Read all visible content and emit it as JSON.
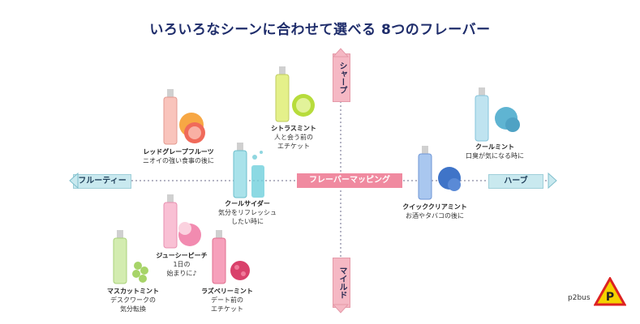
{
  "title": "いろいろなシーンに合わせて選べる 8つのフレーバー",
  "axes": {
    "center": "フレーバーマッピング",
    "top": "シャープ",
    "bottom": "マイルド",
    "left": "フルーティー",
    "right": "ハーブ"
  },
  "products": [
    {
      "name": "シトラスミント",
      "desc1": "人と会う前の",
      "desc2": "エチケット",
      "color": "#d8e86a"
    },
    {
      "name": "レッドグレープフルーツ",
      "desc1": "ニオイの強い食事の後に",
      "desc2": "",
      "color": "#f4a7a0"
    },
    {
      "name": "クールサイダー",
      "desc1": "気分をリフレッシュ",
      "desc2": "したい時に",
      "color": "#8fd6e0"
    },
    {
      "name": "ジューシーピーチ",
      "desc1": "1日の",
      "desc2": "始まりに♪",
      "color": "#f6a7c2"
    },
    {
      "name": "マスカットミント",
      "desc1": "デスクワークの",
      "desc2": "気分転換",
      "color": "#b9e08a"
    },
    {
      "name": "ラズベリーミント",
      "desc1": "デート前の",
      "desc2": "エチケット",
      "color": "#ef7fa1"
    },
    {
      "name": "クールミント",
      "desc1": "口臭が気になる時に",
      "desc2": "",
      "color": "#8ccbe6"
    },
    {
      "name": "クイッククリアミント",
      "desc1": "お酒やタバコの後に",
      "desc2": "",
      "color": "#7aa7e0"
    }
  ],
  "watermark": "p2bus",
  "logo_letter": "P"
}
